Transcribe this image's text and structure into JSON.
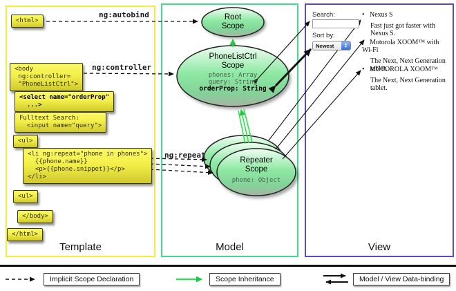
{
  "columns": {
    "template": {
      "label": "Template"
    },
    "model": {
      "label": "Model"
    },
    "view": {
      "label": "View"
    }
  },
  "code_boxes": {
    "html_open": "<html>",
    "body_open": "<body\n ng:controller=\n \"PhoneListCtrl\">",
    "select": "<select name=\"orderProp\"\n  ...>",
    "fulltext": "Fulltext Search:\n  <input name=\"query\">",
    "ul_open": "<ul>",
    "li_repeat": "<li ng:repeat=\"phone in phones\">\n  {{phone.name}}\n  <p>{{phone.snippet}}</p>\n</li>",
    "ul_close": "<ul>",
    "body_close": "</body>",
    "html_close": "</html>"
  },
  "directive_labels": {
    "autobind": "ng:autobind",
    "controller": "ng:controller",
    "repeat": "ng:repeat"
  },
  "scopes": {
    "root": {
      "title": "Root\nScope"
    },
    "phone_list": {
      "title": "PhoneListCtrl\nScope",
      "props": [
        "phones: Array",
        "query: String"
      ],
      "bold_prop": "orderProp: String"
    },
    "repeater": {
      "title": "Repeater\nScope",
      "prop": "phone: Object"
    }
  },
  "view_panel": {
    "search_label": "Search:",
    "search_value": "",
    "sort_label": "Sort by:",
    "sort_value": "Newest",
    "items": [
      {
        "bullet": "•",
        "name": "Nexus S",
        "desc": "Fast just got faster with Nexus S."
      },
      {
        "bullet": "•",
        "name": "Motorola XOOM™ with Wi-Fi",
        "desc": "The Next, Next Generation tablet."
      },
      {
        "bullet": "•",
        "name": "MOTOROLA XOOM™",
        "desc": "The Next, Next Generation tablet."
      }
    ]
  },
  "legend": {
    "implicit": "Implicit Scope Declaration",
    "inheritance": "Scope Inheritance",
    "binding": "Model / View Data-binding"
  },
  "colors": {
    "template_border": "#f2ee3c",
    "model_border": "#3fdc8c",
    "view_border": "#5a49c9",
    "box_yellow": "#f3ef48",
    "scope_green": "#8ee9a4",
    "arrow_green": "#2be24b",
    "stepper_blue": "#3a6fd8"
  }
}
